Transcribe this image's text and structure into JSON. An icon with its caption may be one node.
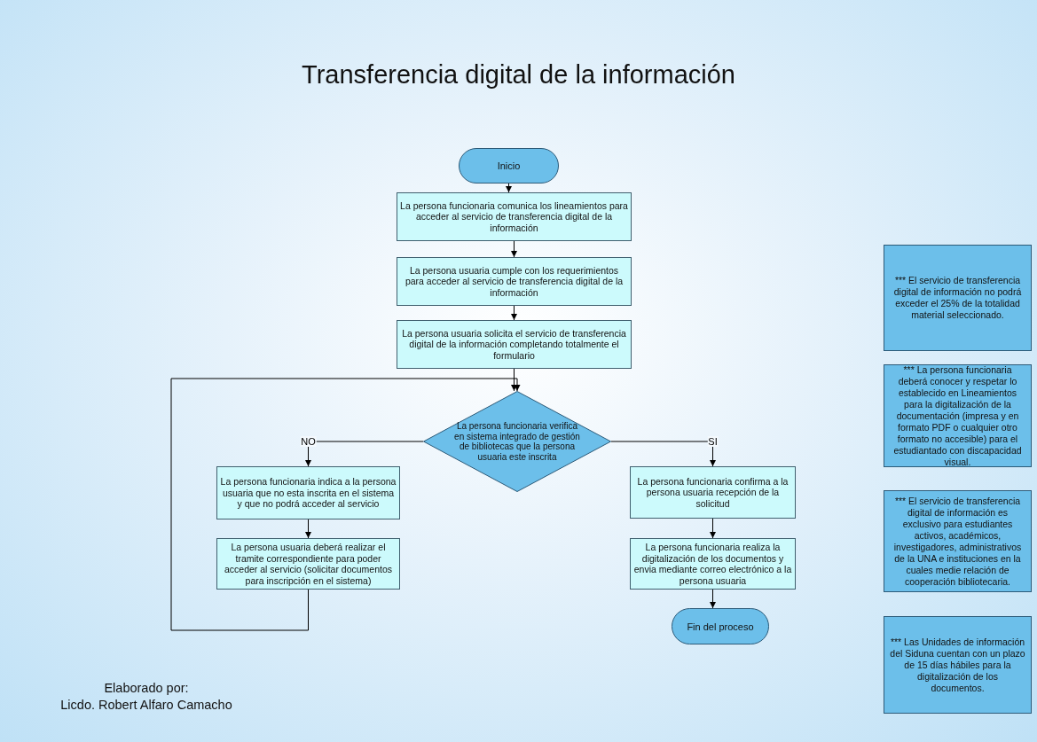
{
  "diagram": {
    "title": "Transferencia digital de la información",
    "nodes": [
      {
        "text": [
          "Inicio"
        ]
      },
      {
        "text": [
          "La persona funcionaria comunica los lineamientos para acceder al servicio de transferencia digital de la información"
        ]
      },
      {
        "text": [
          "La persona usuaria cumple con los requerimientos para acceder al servicio de transferencia digital de la información"
        ]
      },
      {
        "text": [
          "La persona usuaria solicita el servicio de transferencia digital de la información  completando totalmente el formulario"
        ]
      },
      {
        "text": [
          "La persona funcionaria verifica en sistema integrado de gestión de bibliotecas que la persona usuaria este inscrita"
        ]
      },
      {
        "text": [
          "La persona funcionaria indica a la persona usuaria que no esta inscrita en el sistema y que no podrá acceder al servicio"
        ]
      },
      {
        "text": [
          "La persona usuaria deberá realizar el tramite correspondiente para poder acceder al servicio (solicitar documentos para inscripción en el sistema)"
        ]
      },
      {
        "text": [
          "La persona funcionaria confirma a la persona usuaria recepción de la solicitud"
        ]
      },
      {
        "text": [
          "La persona funcionaria realiza la digitalización de los documentos y envia mediante correo electrónico a la persona usuaria"
        ]
      },
      {
        "text": [
          "Fin del proceso"
        ]
      },
      {
        "text": [
          "*** El servicio de transferencia digital de información no podrá exceder el 25% de la totalidad material seleccionado."
        ]
      },
      {
        "text": [
          "*** La persona funcionaria deberá conocer y respetar lo establecido en Lineamientos para la digitalización de la documentación (impresa y en formato PDF o cualquier otro formato no accesible) para el estudiantado con discapacidad visual."
        ]
      },
      {
        "text": [
          "*** El servicio de transferencia digital de información es exclusivo para estudiantes activos, académicos, investigadores, administrativos de la UNA e instituciones en la cuales medie relación de cooperación bibliotecaria."
        ]
      },
      {
        "text": [
          "*** Las Unidades de información del Siduna cuentan con un plazo de 15 días hábiles para la digitalización de los documentos."
        ]
      }
    ],
    "edges": [
      {
        "from": 0,
        "to": 1,
        "arrow": "to"
      },
      {
        "from": 1,
        "to": 2,
        "arrow": "to"
      },
      {
        "from": 2,
        "to": 3,
        "arrow": "to"
      },
      {
        "from": 3,
        "to": 4,
        "arrow": "to"
      },
      {
        "from": 4,
        "to": 5,
        "arrow": "to",
        "label": "NO"
      },
      {
        "from": 5,
        "to": 6,
        "arrow": "to"
      },
      {
        "from": 6,
        "to": 4,
        "arrow": "to"
      },
      {
        "from": 4,
        "to": 7,
        "arrow": "to",
        "label": "SI"
      },
      {
        "from": 7,
        "to": 8,
        "arrow": "to"
      },
      {
        "from": 8,
        "to": 9,
        "arrow": "to"
      }
    ],
    "labels": [
      "Elaborado por:",
      "Licdo. Robert Alfaro Camacho"
    ]
  }
}
